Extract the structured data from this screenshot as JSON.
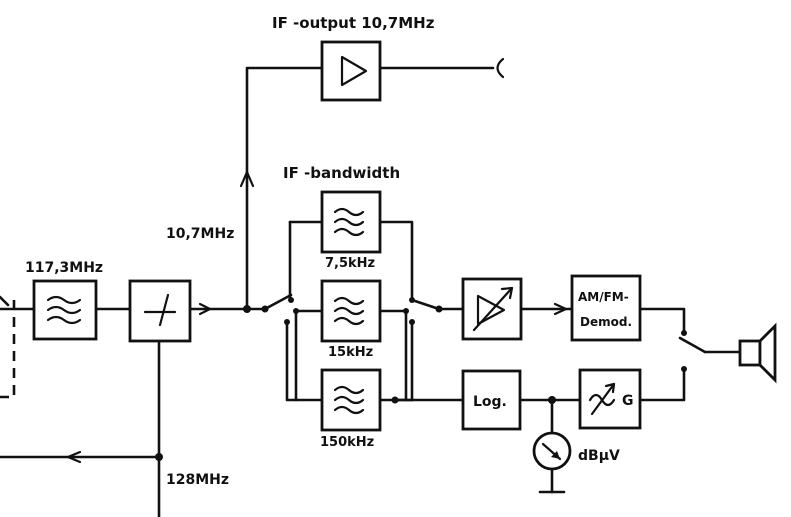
{
  "labels": {
    "if_output": "IF -output 10,7MHz",
    "if_bandwidth": "IF -bandwidth",
    "freq_10_7": "10,7MHz",
    "freq_117_3": "117,3MHz",
    "freq_128": "128MHz",
    "bw_7_5": "7,5kHz",
    "bw_15": "15kHz",
    "bw_150": "150kHz",
    "am_fm_line1": "AM/FM-",
    "am_fm_line2": "Demod.",
    "log": "Log.",
    "gain": "G",
    "level_unit": "dBµV"
  }
}
